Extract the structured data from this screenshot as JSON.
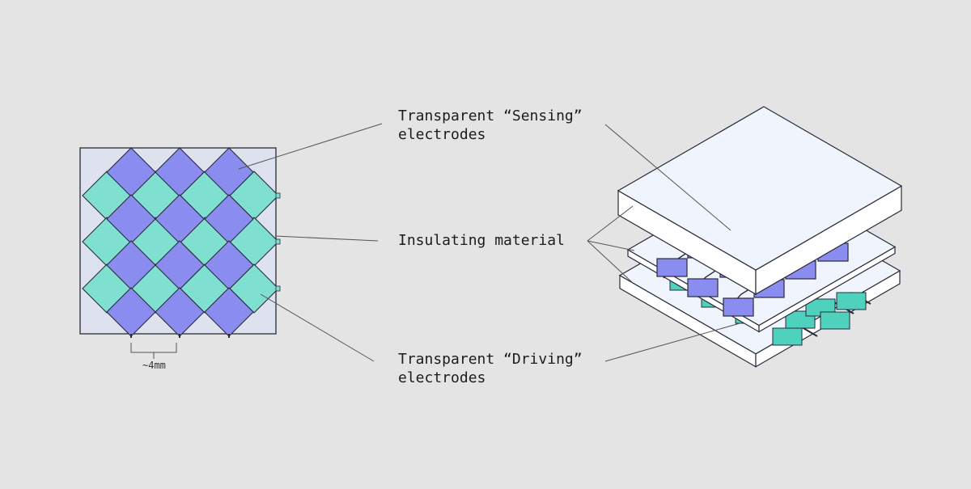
{
  "labels": {
    "sensing": {
      "line1": "Transparent “Sensing”",
      "line2": "electrodes"
    },
    "insulating": {
      "line1": "Insulating material"
    },
    "driving": {
      "line1": "Transparent “Driving”",
      "line2": "electrodes"
    }
  },
  "dimension": "~4mm",
  "colors": {
    "background": "#e4e4e4",
    "panel": "#dde2ee",
    "sensing": "#8b8cf0",
    "driving": "#7fe0d2",
    "driving_iso": "#4fd2bd",
    "glass": "#f0f5fd",
    "glass_side": "#ffffff",
    "stroke": "#2a2a3a",
    "leader": "#555555"
  },
  "icons": {
    "sensing_electrode": "diamond-electrode-icon",
    "driving_electrode": "diamond-electrode-icon"
  }
}
